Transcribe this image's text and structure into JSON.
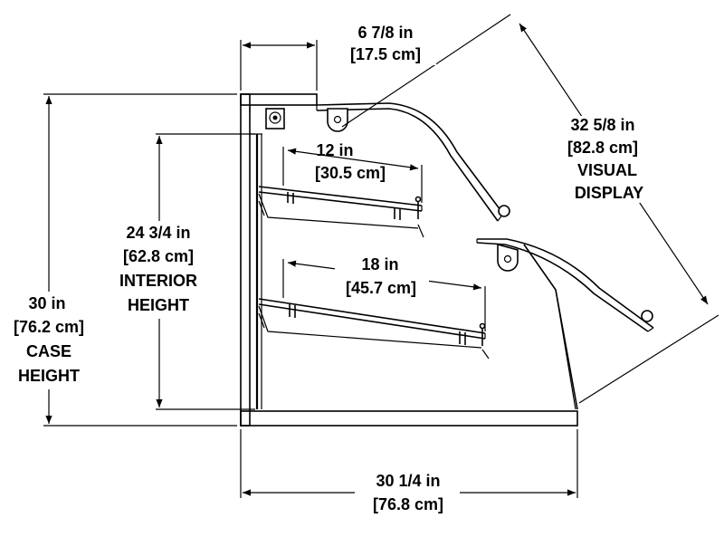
{
  "dimensions": {
    "top_depth": {
      "imperial": "6 7/8 in",
      "metric": "[17.5 cm]"
    },
    "visual_display": {
      "imperial": "32 5/8 in",
      "metric": "[82.8 cm]",
      "label_1": "VISUAL",
      "label_2": "DISPLAY"
    },
    "upper_shelf": {
      "imperial": "12 in",
      "metric": "[30.5 cm]"
    },
    "lower_shelf": {
      "imperial": "18 in",
      "metric": "[45.7 cm]"
    },
    "interior_height": {
      "imperial": "24 3/4 in",
      "metric": "[62.8 cm]",
      "label_1": "INTERIOR",
      "label_2": "HEIGHT"
    },
    "case_height": {
      "imperial": "30 in",
      "metric": "[76.2 cm]",
      "label_1": "CASE",
      "label_2": "HEIGHT"
    },
    "base_depth": {
      "imperial": "30 1/4 in",
      "metric": "[76.8 cm]"
    }
  }
}
